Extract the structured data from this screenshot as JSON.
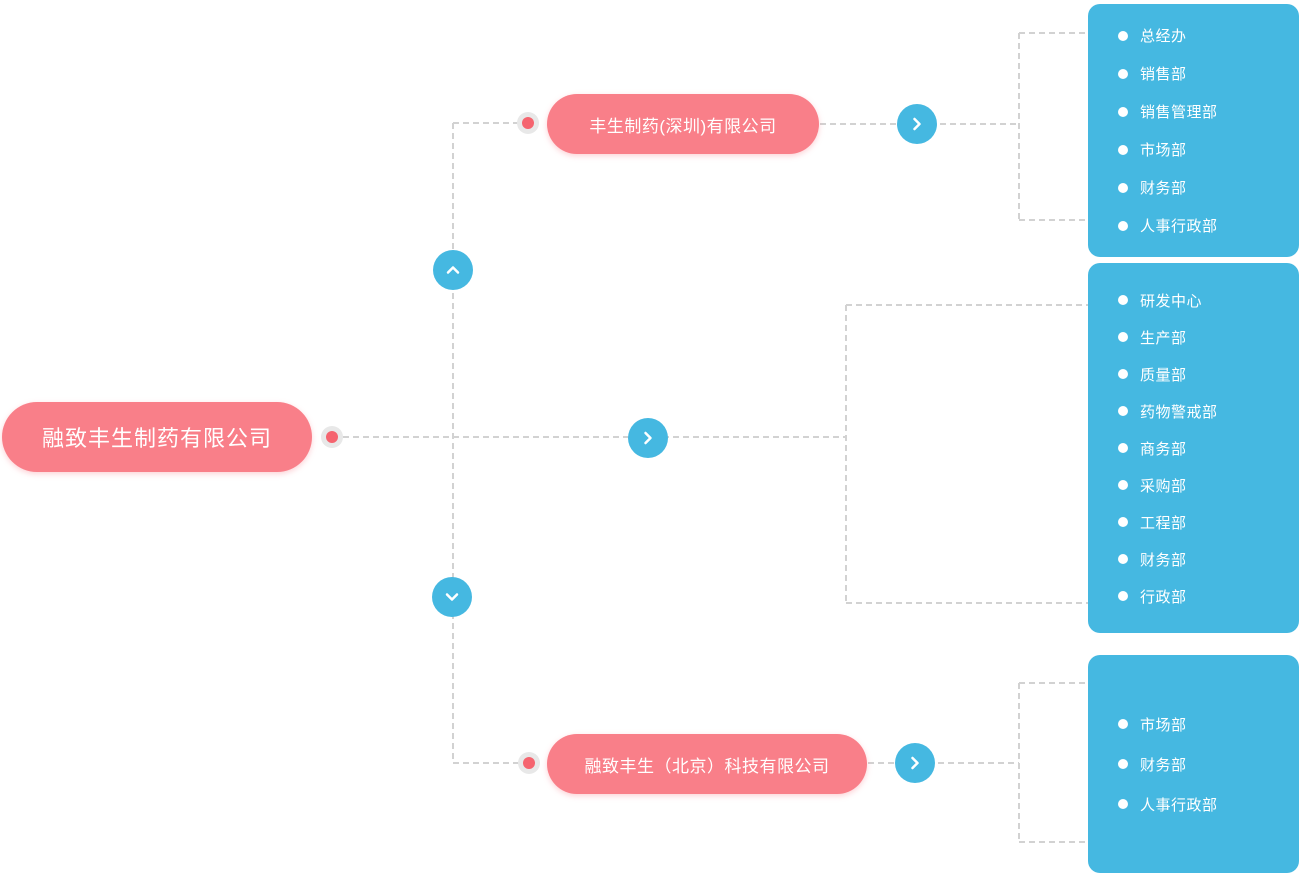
{
  "root": {
    "label": "融致丰生制药有限公司"
  },
  "branches": {
    "top": {
      "company": "丰生制药(深圳)有限公司",
      "departments": [
        "总经办",
        "销售部",
        "销售管理部",
        "市场部",
        "财务部",
        "人事行政部"
      ]
    },
    "middle": {
      "departments": [
        "研发中心",
        "生产部",
        "质量部",
        "药物警戒部",
        "商务部",
        "采购部",
        "工程部",
        "财务部",
        "行政部"
      ]
    },
    "bottom": {
      "company": "融致丰生（北京）科技有限公司",
      "departments": [
        "市场部",
        "财务部",
        "人事行政部"
      ]
    }
  },
  "icons": {
    "chevron_up": "chevron-up-icon",
    "chevron_down": "chevron-down-icon",
    "chevron_right": "chevron-right-icon",
    "connector_dot": "connector-dot-icon",
    "bullet": "bullet-dot-icon"
  },
  "colors": {
    "node_pink": "#f97f89",
    "panel_blue": "#45b8e1",
    "dot_red": "#f5646f",
    "dot_ring_gray": "#e8e8e8",
    "dash_gray": "#d2d2d2",
    "text_white": "#ffffff"
  }
}
